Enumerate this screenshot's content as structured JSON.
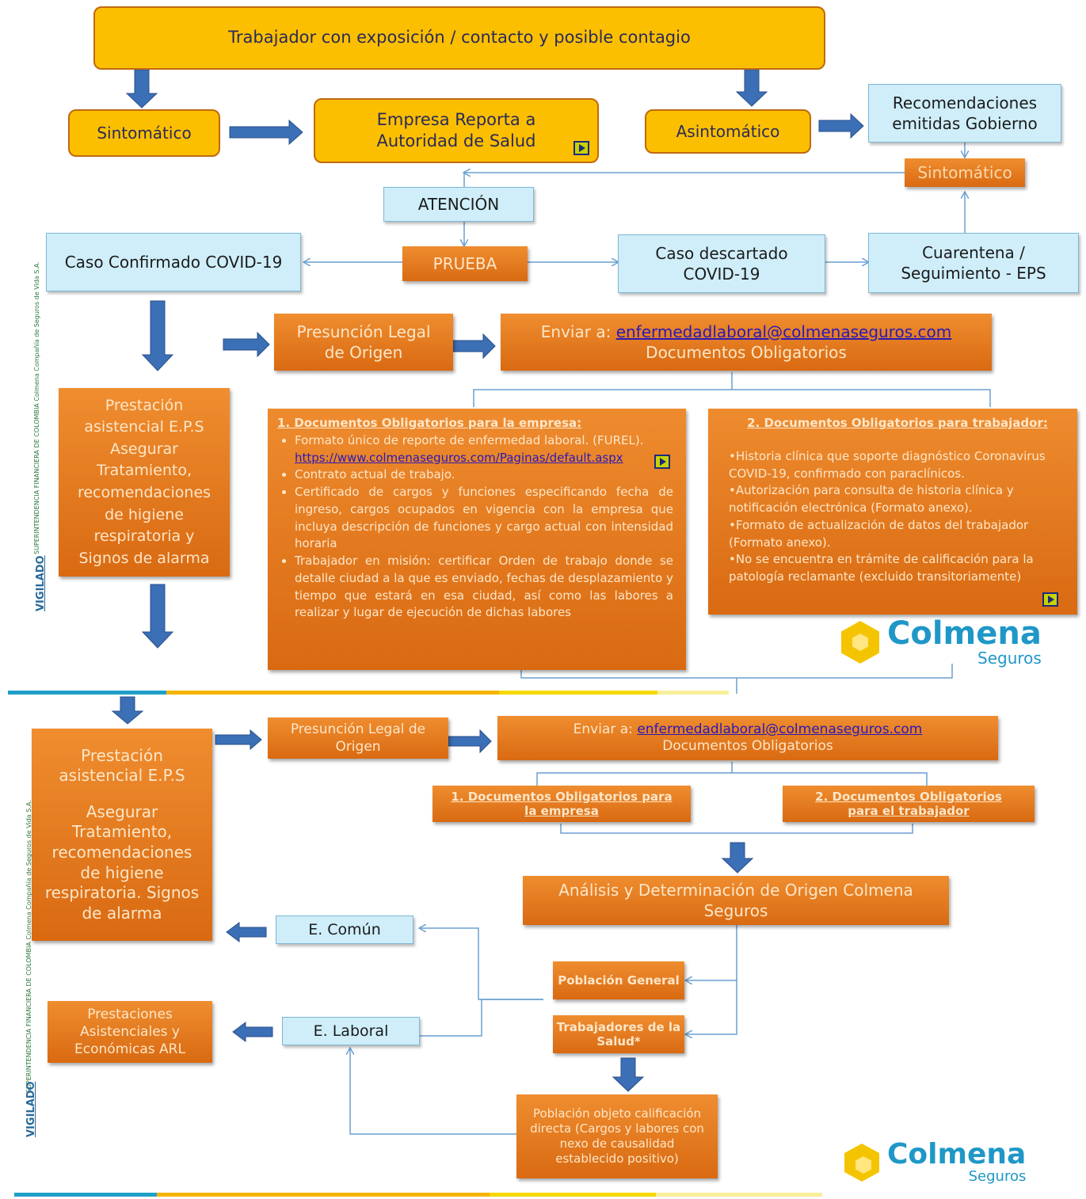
{
  "top": {
    "start": "Trabajador  con  exposición / contacto y  posible  contagio",
    "sintomatico": "Sintomático",
    "empresa_reporta": "Empresa  Reporta  a Autoridad de Salud",
    "asintomatico": "Asintomático",
    "recomendaciones": "Recomendaciones emitidas   Gobierno",
    "sintomatico2": "Sintomático",
    "atencion": "ATENCIÓN",
    "prueba": "PRUEBA",
    "caso_confirmado": "Caso Confirmado COVID-19",
    "caso_descartado": "Caso descartado COVID-19",
    "cuarentena": "Cuarentena / Seguimiento - EPS",
    "presuncion": "Presunción Legal de Origen",
    "enviar_prefix": "Enviar  a: ",
    "email": "enfermedadlaboral@colmenaseguros.com",
    "docs_obligatorios": "Documentos Obligatorios",
    "prestacion": "Prestación asistencial E.P.S Asegurar Tratamiento, recomendaciones de higiene respiratoria y Signos de alarma",
    "empresa_panel": {
      "title": "1. Documentos Obligatorios para la empresa:",
      "items": [
        "Formato  único  de  reporte  de  enfermedad  laboral. (FUREL).",
        "Contrato actual de trabajo.",
        "Certificado de cargos y funciones  especificando fecha de ingreso, cargos ocupados en vigencia con la empresa que incluya  descripción  de  funciones  y  cargo  actual  con intensidad horaria",
        "Trabajador en misión: certificar Orden de trabajo donde se detalle  ciudad  a  la  que  es  enviado,  fechas  de desplazamiento y tiempo que estará en esa ciudad, así como las labores a realizar y lugar de ejecución de dichas labores"
      ],
      "url": "https://www.colmenaseguros.com/Paginas/default.aspx"
    },
    "trabajador_panel": {
      "title": "2. Documentos Obligatorios para trabajador:",
      "items": [
        "•Historia clínica que soporte diagnóstico Coronavirus COVID-19, confirmado con paraclínicos.",
        "•Autorización para consulta de historia clínica y notificación electrónica (Formato anexo).",
        "•Formato de actualización de datos del trabajador (Formato anexo).",
        "•No se encuentra en trámite de calificación para la patología reclamante (excluido transitoriamente)"
      ]
    },
    "logo_name": "Colmena",
    "logo_sub": "Seguros",
    "side_text": "SUPERINTENDENCIA FINANCIERA DE COLOMBIA   Colmena Compañía de Seguros de Vida S.A.",
    "vigilado": "VIGILADO"
  },
  "bottom": {
    "prestacion_title": "Prestación asistencial E.P.S",
    "prestacion_body": "Asegurar Tratamiento, recomendaciones de higiene respiratoria. Signos de alarma",
    "presuncion": "Presunción Legal de Origen",
    "enviar_prefix": "Enviar  a: ",
    "email": "enfermedadlaboral@colmenaseguros.com",
    "docs_obligatorios": "Documentos Obligatorios",
    "docs_empresa": "1.   Documentos Obligatorios para la empresa",
    "docs_trabajador": "2. Documentos Obligatorios para el trabajador",
    "analisis": "Análisis y Determinación de Origen Colmena Seguros",
    "e_comun": "E. Común",
    "e_laboral": "E. Laboral",
    "poblacion_general": "Población General",
    "trabajadores_salud": "Trabajadores de la Salud*",
    "prestaciones_arl": "Prestaciones Asistenciales y Económicas ARL",
    "poblacion_objeto": "Población objeto calificación directa (Cargos y labores  con nexo de causalidad establecido positivo)",
    "logo_name": "Colmena",
    "logo_sub": "Seguros"
  },
  "colors": {
    "yellow": "#fcbf00",
    "orange": "#e67e22",
    "light_blue": "#cfeefa",
    "arrow_blue": "#3b6fb6",
    "connector": "#6a9fd0",
    "brand": "#1f97c7"
  }
}
